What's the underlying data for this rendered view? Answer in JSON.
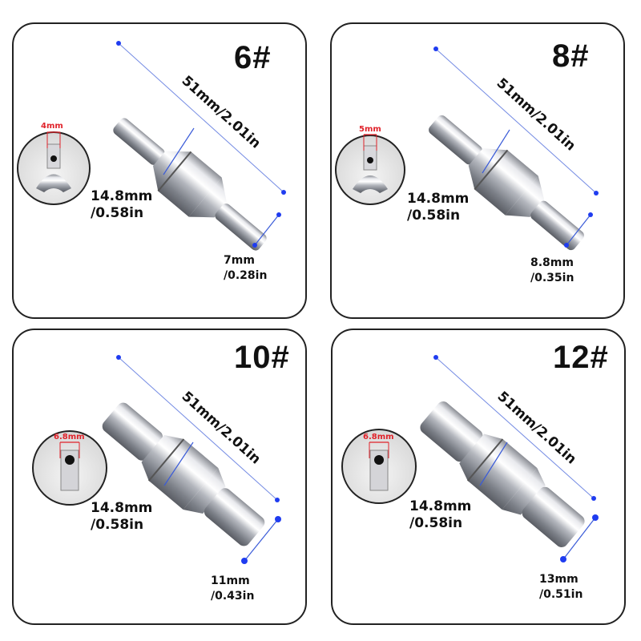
{
  "panels": [
    {
      "size": "6#",
      "length": "51mm/2.01in",
      "body_dia_mm": "14.8mm",
      "body_dia_in": "/0.58in",
      "outlet_mm": "7mm",
      "outlet_in": "/0.28in",
      "inset_bore": "4mm"
    },
    {
      "size": "8#",
      "length": "51mm/2.01in",
      "body_dia_mm": "14.8mm",
      "body_dia_in": "/0.58in",
      "outlet_mm": "8.8mm",
      "outlet_in": "/0.35in",
      "inset_bore": "5mm"
    },
    {
      "size": "10#",
      "length": "51mm/2.01in",
      "body_dia_mm": "14.8mm",
      "body_dia_in": "/0.58in",
      "outlet_mm": "11mm",
      "outlet_in": "/0.43in",
      "inset_bore": "6.8mm"
    },
    {
      "size": "12#",
      "length": "51mm/2.01in",
      "body_dia_mm": "14.8mm",
      "body_dia_in": "/0.58in",
      "outlet_mm": "13mm",
      "outlet_in": "/0.51in",
      "inset_bore": "6.8mm"
    }
  ],
  "colors": {
    "dimension_line": "#3a5bd8",
    "dimension_dot": "#1f3cf0",
    "inset_text": "#e0222a",
    "border": "#222222"
  },
  "icons": [
    "check-valve-photo",
    "valve-end-closeup-photo"
  ]
}
